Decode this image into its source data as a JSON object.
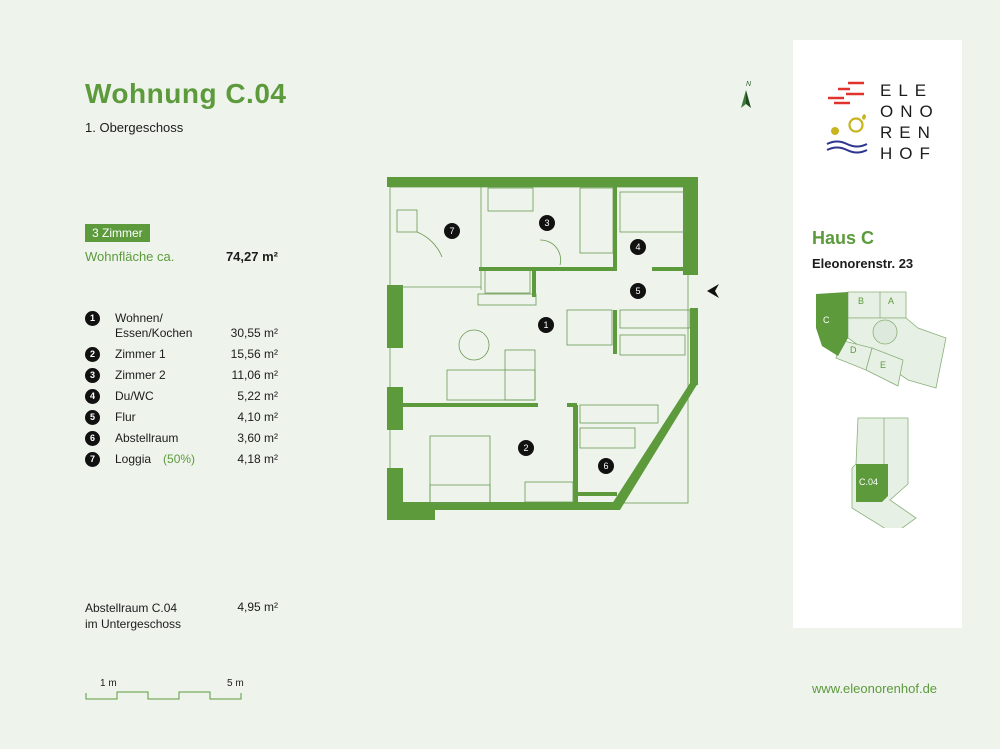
{
  "header": {
    "title": "Wohnung C.04",
    "floor": "1. Obergeschoss"
  },
  "summary": {
    "rooms_badge": "3 Zimmer",
    "area_label": "Wohnfläche ca.",
    "area_value": "74,27 m²"
  },
  "rooms": [
    {
      "num": "1",
      "name": "Wohnen/",
      "name2": "Essen/Kochen",
      "area": "30,55 m²"
    },
    {
      "num": "2",
      "name": "Zimmer 1",
      "area": "15,56 m²"
    },
    {
      "num": "3",
      "name": "Zimmer 2",
      "area": "11,06 m²"
    },
    {
      "num": "4",
      "name": "Du/WC",
      "area": "5,22 m²"
    },
    {
      "num": "5",
      "name": "Flur",
      "area": "4,10 m²"
    },
    {
      "num": "6",
      "name": "Abstellraum",
      "area": "3,60 m²"
    },
    {
      "num": "7",
      "name": "Loggia",
      "note": "(50%)",
      "area": "4,18 m²"
    }
  ],
  "storage": {
    "line1": "Abstellraum C.04",
    "line2": "im Untergeschoss",
    "area": "4,95 m²"
  },
  "scale": {
    "start": "1 m",
    "end": "5 m"
  },
  "compass": {
    "label": "N"
  },
  "logo": {
    "lines": [
      "ELE",
      "ONO",
      "REN",
      "HOF"
    ]
  },
  "sidebar": {
    "house": "Haus C",
    "address": "Eleonorenstr. 23",
    "site_labels": [
      "A",
      "B",
      "C",
      "D",
      "E"
    ],
    "unit_label": "C.04",
    "url": "www.eleonorenhof.de"
  },
  "colors": {
    "accent": "#5c9a3c",
    "background": "#eef4ec",
    "logo_red": "#e0332c",
    "logo_yellow": "#c8b41e",
    "logo_blue": "#2e3590"
  }
}
